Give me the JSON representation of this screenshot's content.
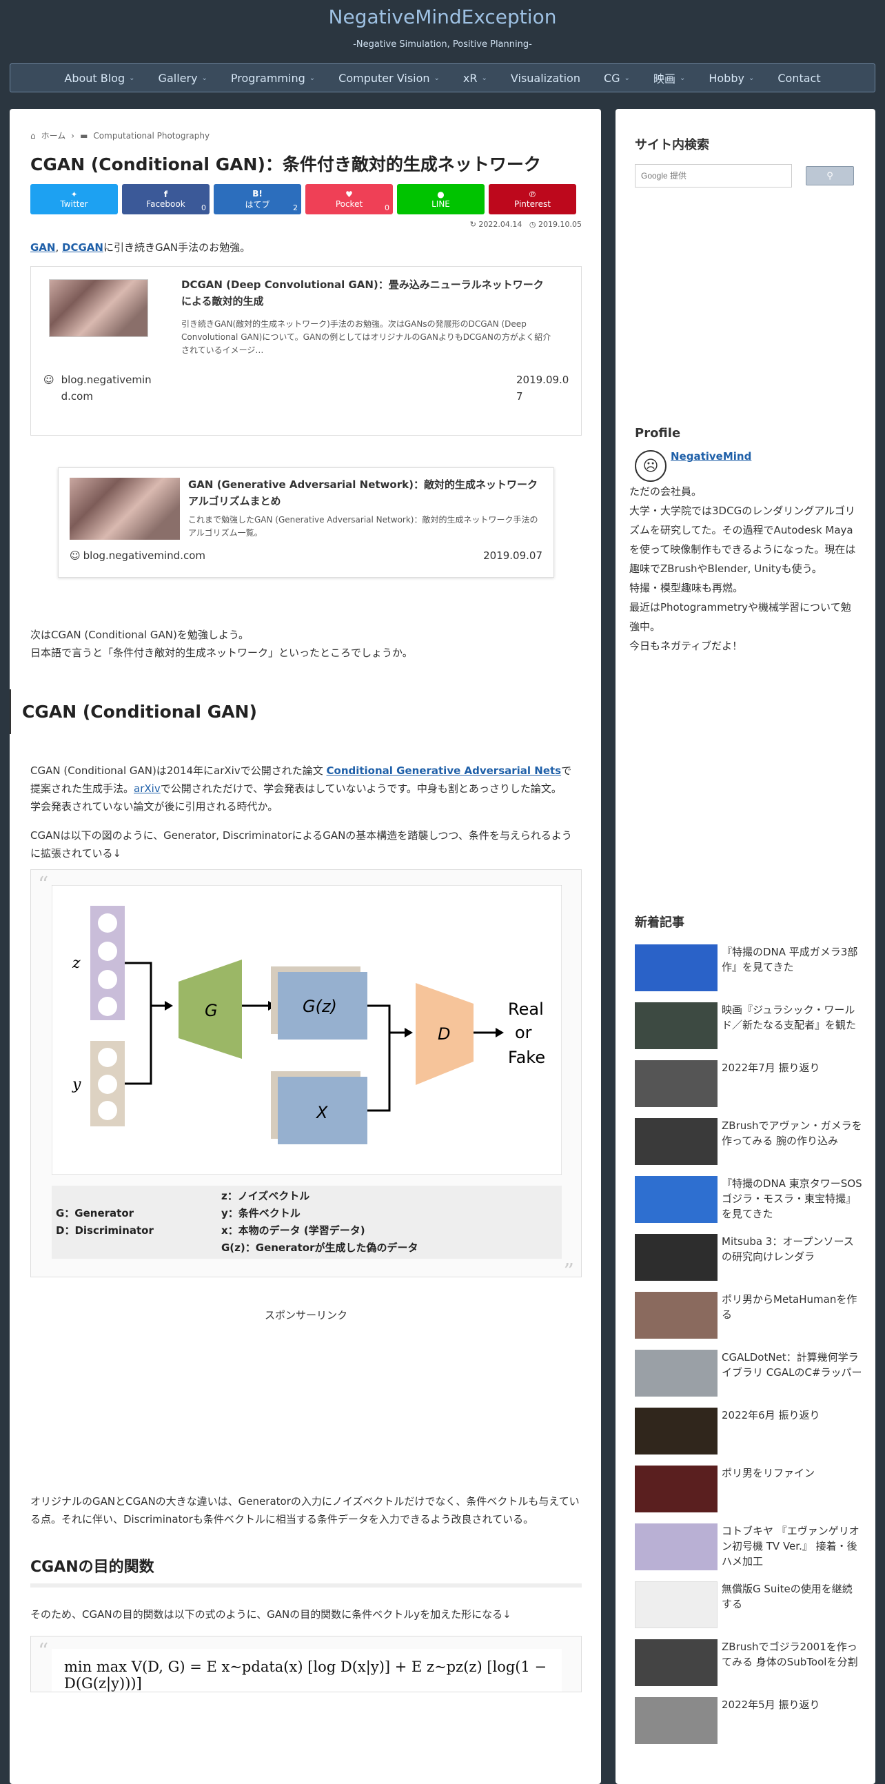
{
  "site": {
    "title": "NegativeMindException",
    "tagline": "-Negative Simulation, Positive Planning-"
  },
  "nav": [
    "About Blog",
    "Gallery",
    "Programming",
    "Computer Vision",
    "xR",
    "Visualization",
    "CG",
    "映画",
    "Hobby",
    "Contact"
  ],
  "breadcrumb": {
    "home": "ホーム",
    "category": "Computational Photography"
  },
  "post": {
    "title": "CGAN (Conditional GAN)：条件付き敵対的生成ネットワーク",
    "updated": "2022.04.14",
    "published": "2019.10.05"
  },
  "share": [
    {
      "label": "Twitter",
      "count": "",
      "color": "#1da1f2",
      "icon": "twitter-bird"
    },
    {
      "label": "Facebook",
      "count": "0",
      "color": "#3b5998",
      "icon": "f"
    },
    {
      "label": "はてブ",
      "count": "2",
      "color": "#2c6ebd",
      "icon": "B!"
    },
    {
      "label": "Pocket",
      "count": "0",
      "color": "#ef4056",
      "icon": "pocket"
    },
    {
      "label": "LINE",
      "count": "",
      "color": "#00c300",
      "icon": "line"
    },
    {
      "label": "Pinterest",
      "count": "",
      "color": "#bd081c",
      "icon": "p"
    }
  ],
  "intro": {
    "gan": "GAN",
    "dcgan": "DCGAN",
    "rest": "に引き続きGAN手法のお勉強。"
  },
  "card1": {
    "title": "DCGAN (Deep Convolutional GAN)：畳み込みニューラルネットワークによる敵対的生成",
    "text": "引き続きGAN(敵対的生成ネットワーク)手法のお勉強。次はGANsの発展形のDCGAN (Deep Convolutional GAN)について。GANの例としてはオリジナルのGANよりもDCGANの方がよく紹介されているイメージ…",
    "domain": "blog.negativemind.com",
    "date": "2019.09.07"
  },
  "card2": {
    "title": "GAN (Generative Adversarial Network)：敵対的生成ネットワーク アルゴリズムまとめ",
    "text": "これまで勉強したGAN (Generative Adversarial Network)：敵対的生成ネットワーク手法のアルゴリズム一覧。",
    "domain": "blog.negativemind.com",
    "date": "2019.09.07"
  },
  "para1": "次はCGAN (Conditional GAN)を勉強しよう。",
  "para2": "日本語で言うと「条件付き敵対的生成ネットワーク」といったところでしょうか。",
  "h2": "CGAN (Conditional GAN)",
  "para3": {
    "a": "CGAN (Conditional GAN)は2014年にarXivで公開された論文 ",
    "link": "Conditional Generative Adversarial Nets",
    "b": "で提案された生成手法。",
    "arxiv": "arXiv",
    "c": "で公開されただけで、学会発表はしていないようです。中身も割とあっさりした論文。",
    "d": "学会発表されていない論文が後に引用される時代か。"
  },
  "para4": "CGANは以下の図のように、Generator, DiscriminatorによるGANの基本構造を踏襲しつつ、条件を与えられるように拡張されている↓",
  "diagram": {
    "z": "z",
    "y": "y",
    "G": "G",
    "Gz": "G(z)",
    "X": "X",
    "D": "D",
    "out1": "Real",
    "out2": "or",
    "out3": "Fake"
  },
  "legend": {
    "left": [
      "G：Generator",
      "D：Discriminator"
    ],
    "right": [
      "z：ノイズベクトル",
      "y：条件ベクトル",
      "x：本物のデータ (学習データ)",
      "G(z)：Generatorが生成した偽のデータ"
    ]
  },
  "sponsor": "スポンサーリンク",
  "para5": "オリジナルのGANとCGANの大きな違いは、Generatorの入力にノイズベクトルだけでなく、条件ベクトルも与えている点。それに伴い、Discriminatorも条件ベクトルに相当する条件データを入力できるよう改良されている。",
  "h3": "CGANの目的関数",
  "para6": "そのため、CGANの目的関数は以下の式のように、GANの目的関数に条件ベクトルyを加えた形になる↓",
  "formula": "min max V(D, G) = E x~pdata(x) [log D(x|y)] + E z~pz(z) [log(1 − D(G(z|y)))]",
  "sidebar": {
    "search_title": "サイト内検索",
    "search_placeholder": "Google 提供",
    "profile_title": "Profile",
    "profile_name": "NegativeMind",
    "profile_lines": [
      "ただの会社員。",
      "大学・大学院では3DCGのレンダリングアルゴリズムを研究してた。その過程でAutodesk Mayaを使って映像制作もできるようになった。現在は趣味でZBrushやBlender, Unityも使う。",
      "特撮・模型趣味も再燃。",
      "最近はPhotogrammetryや機械学習について勉強中。",
      "今日もネガティブだよ！"
    ],
    "news_title": "新着記事",
    "news": [
      {
        "title": "『特撮のDNA 平成ガメラ3部作』を見てきた",
        "color": "#2a62c8"
      },
      {
        "title": "映画『ジュラシック・ワールド／新たなる支配者』を観た",
        "color": "#3d4a42"
      },
      {
        "title": "2022年7月 振り返り",
        "color": "#555555"
      },
      {
        "title": "ZBrushでアヴァン・ガメラを作ってみる 腕の作り込み",
        "color": "#3a3a3a"
      },
      {
        "title": "『特撮のDNA 東京タワーSOS ゴジラ・モスラ・東宝特撮』を見てきた",
        "color": "#2e6fd0"
      },
      {
        "title": "Mitsuba 3：オープンソースの研究向けレンダラ",
        "color": "#2d2d2d"
      },
      {
        "title": "ポリ男からMetaHumanを作る",
        "color": "#8a6a5e"
      },
      {
        "title": "CGALDotNet：計算幾何学ライブラリ CGALのC#ラッパー",
        "color": "#9aa0a6"
      },
      {
        "title": "2022年6月 振り返り",
        "color": "#30261c"
      },
      {
        "title": "ポリ男をリファイン",
        "color": "#5a1f1f"
      },
      {
        "title": "コトブキヤ 『エヴァンゲリオン初号機 TV Ver.』 接着・後ハメ加工",
        "color": "#b9b0d4"
      },
      {
        "title": "無償版G Suiteの使用を継続する",
        "color": "#eeeeee"
      },
      {
        "title": "ZBrushでゴジラ2001を作ってみる 身体のSubToolを分割",
        "color": "#444444"
      },
      {
        "title": "2022年5月 振り返り",
        "color": "#8a8a8a"
      }
    ]
  }
}
